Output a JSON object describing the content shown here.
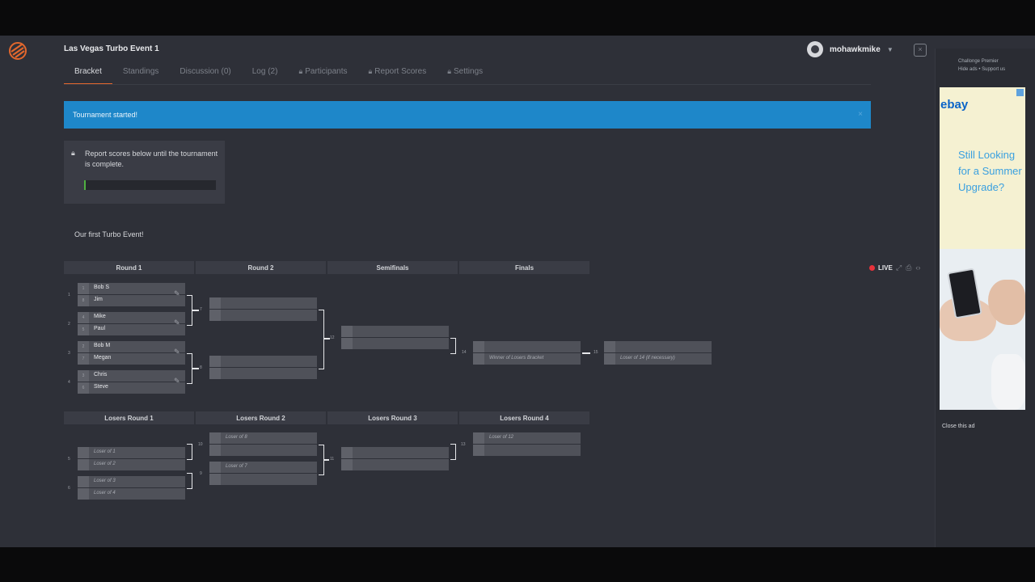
{
  "app": {
    "event_title": "Las Vegas Turbo Event 1",
    "username": "mohawkmike",
    "tabs": [
      {
        "label": "Bracket",
        "active": true,
        "locked": false
      },
      {
        "label": "Standings",
        "active": false,
        "locked": false
      },
      {
        "label": "Discussion (0)",
        "active": false,
        "locked": false
      },
      {
        "label": "Log (2)",
        "active": false,
        "locked": false
      },
      {
        "label": "Participants",
        "active": false,
        "locked": true
      },
      {
        "label": "Report Scores",
        "active": false,
        "locked": true
      },
      {
        "label": "Settings",
        "active": false,
        "locked": true
      }
    ]
  },
  "alert": {
    "text": "Tournament started!",
    "close": "×"
  },
  "notice": {
    "text": "Report scores below until the tournament is complete.",
    "progress_fraction": 0.01
  },
  "description": "Our first Turbo Event!",
  "bracket": {
    "winners_rounds": [
      "Round 1",
      "Round 2",
      "Semifinals",
      "Finals"
    ],
    "losers_rounds": [
      "Losers Round 1",
      "Losers Round 2",
      "Losers Round 3",
      "Losers Round 4"
    ],
    "live_label": "LIVE",
    "round1": [
      {
        "number": "1",
        "top": {
          "seed": "1",
          "name": "Bob S"
        },
        "bottom": {
          "seed": "8",
          "name": "Jim"
        }
      },
      {
        "number": "2",
        "top": {
          "seed": "4",
          "name": "Mike"
        },
        "bottom": {
          "seed": "5",
          "name": "Paul"
        }
      },
      {
        "number": "3",
        "top": {
          "seed": "2",
          "name": "Bob M"
        },
        "bottom": {
          "seed": "7",
          "name": "Megan"
        }
      },
      {
        "number": "4",
        "top": {
          "seed": "3",
          "name": "Chris"
        },
        "bottom": {
          "seed": "6",
          "name": "Steve"
        }
      }
    ],
    "round2_numbers": [
      "7",
      "8"
    ],
    "semi_number": "12",
    "finals_number": "14",
    "finals_bottom": "Winner of Losers Bracket",
    "grand_number": "15",
    "grand_bottom": "Loser of 14 (if necessary)",
    "losers_r1": [
      {
        "number": "5",
        "top": "Loser of 1",
        "bottom": "Loser of 2"
      },
      {
        "number": "6",
        "top": "Loser of 3",
        "bottom": "Loser of 4"
      }
    ],
    "losers_r2": [
      {
        "number": "10",
        "top": "Loser of 8"
      },
      {
        "number": "9",
        "top": "Loser of 7"
      }
    ],
    "losers_r3_number": "11",
    "losers_r4": {
      "number": "13",
      "top": "Loser of 12"
    }
  },
  "sidebar": {
    "line1": "Challonge Premier",
    "line2": "Hide ads • Support us",
    "ad_brand": "ebay",
    "ad_text": "Still Looking for a Summer Upgrade?",
    "close_ad": "Close this ad"
  },
  "colors": {
    "accent": "#e2672d",
    "alert": "#1e87c9",
    "live": "#e8323b"
  }
}
